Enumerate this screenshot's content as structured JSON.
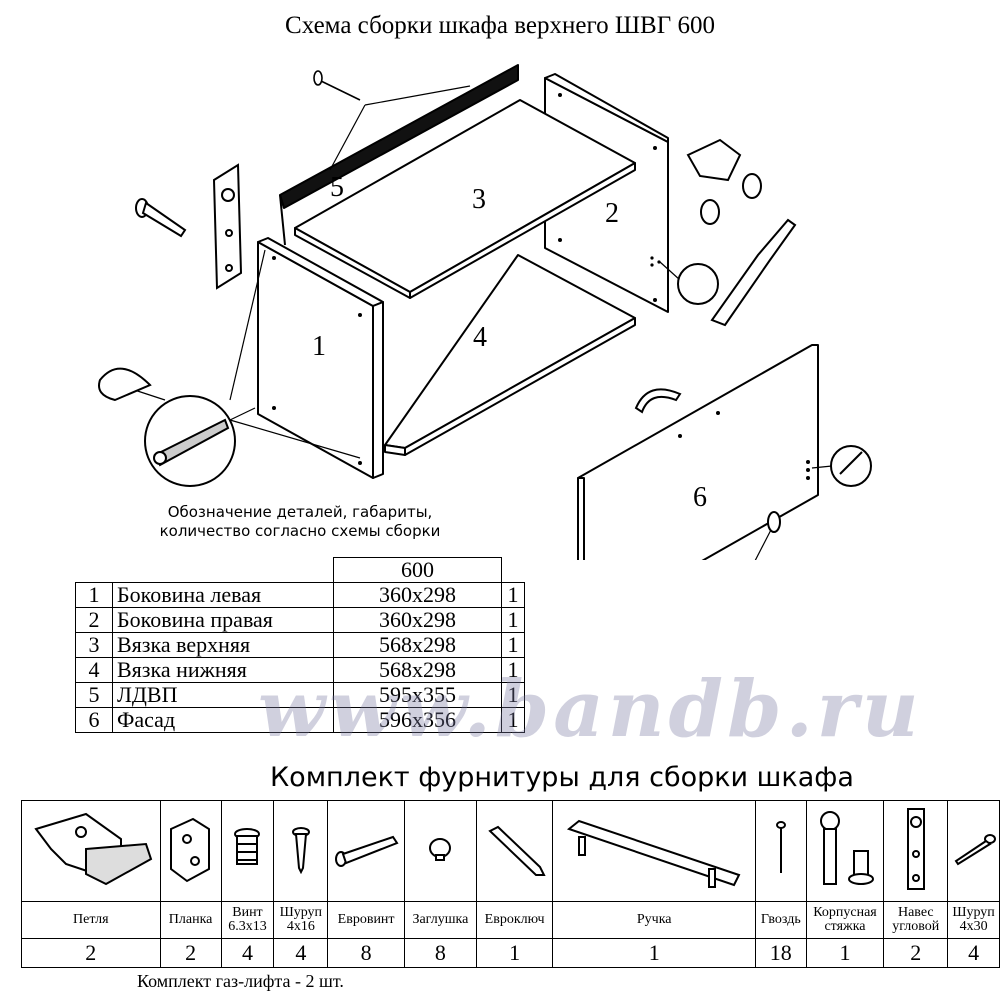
{
  "title": "Схема сборки шкафа верхнего ШВГ 600",
  "part_numbers": [
    "1",
    "2",
    "3",
    "4",
    "5",
    "6"
  ],
  "legend": [
    "Обозначение деталей, габариты,",
    "количество согласно схемы сборки"
  ],
  "parts_table": {
    "header": "600",
    "rows": [
      {
        "num": "1",
        "name": "Боковина левая",
        "dim": "360х298",
        "qty": "1"
      },
      {
        "num": "2",
        "name": "Боковина правая",
        "dim": "360х298",
        "qty": "1"
      },
      {
        "num": "3",
        "name": "Вязка верхняя",
        "dim": "568х298",
        "qty": "1"
      },
      {
        "num": "4",
        "name": "Вязка нижняя",
        "dim": "568х298",
        "qty": "1"
      },
      {
        "num": "5",
        "name": "ЛДВП",
        "dim": "595х355",
        "qty": "1"
      },
      {
        "num": "6",
        "name": "Фасад",
        "dim": "596х356",
        "qty": "1"
      }
    ]
  },
  "kit": {
    "title": "Комплект фурнитуры для сборки шкафа",
    "items": [
      {
        "label": "Петля",
        "count": "2",
        "icon": "hinge-icon"
      },
      {
        "label": "Планка",
        "count": "2",
        "icon": "mounting-plate-icon"
      },
      {
        "label": "Винт 6.3х13",
        "count": "4",
        "icon": "screw-icon"
      },
      {
        "label": "Шуруп 4х16",
        "count": "4",
        "icon": "short-screw-icon"
      },
      {
        "label": "Евровинт",
        "count": "8",
        "icon": "euro-screw-icon"
      },
      {
        "label": "Заглушка",
        "count": "8",
        "icon": "cap-icon"
      },
      {
        "label": "Евроключ",
        "count": "1",
        "icon": "hex-key-icon"
      },
      {
        "label": "Ручка",
        "count": "1",
        "icon": "handle-icon"
      },
      {
        "label": "Гвоздь",
        "count": "18",
        "icon": "nail-icon"
      },
      {
        "label": "Корпусная стяжка",
        "count": "1",
        "icon": "connector-bolt-icon"
      },
      {
        "label": "Навес угловой",
        "count": "2",
        "icon": "hanger-icon"
      },
      {
        "label": "Шуруп 4х30",
        "count": "4",
        "icon": "long-screw-icon"
      }
    ],
    "note": "Комплект газ-лифта - 2 шт."
  },
  "watermark": "www.bandb.ru"
}
